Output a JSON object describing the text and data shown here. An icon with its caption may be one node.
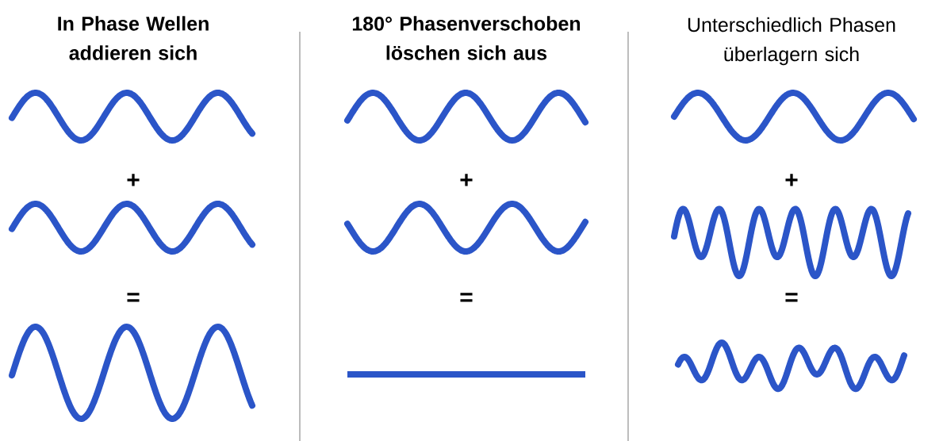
{
  "diagram": {
    "labels": [
      "In Phase Wellen addieren sich",
      "180° Phasenverschoben löschen sich aus",
      "Unterschiedlich Phasen überlagern sich",
      "+",
      "+",
      "+",
      "=",
      "=",
      "="
    ]
  }
}
